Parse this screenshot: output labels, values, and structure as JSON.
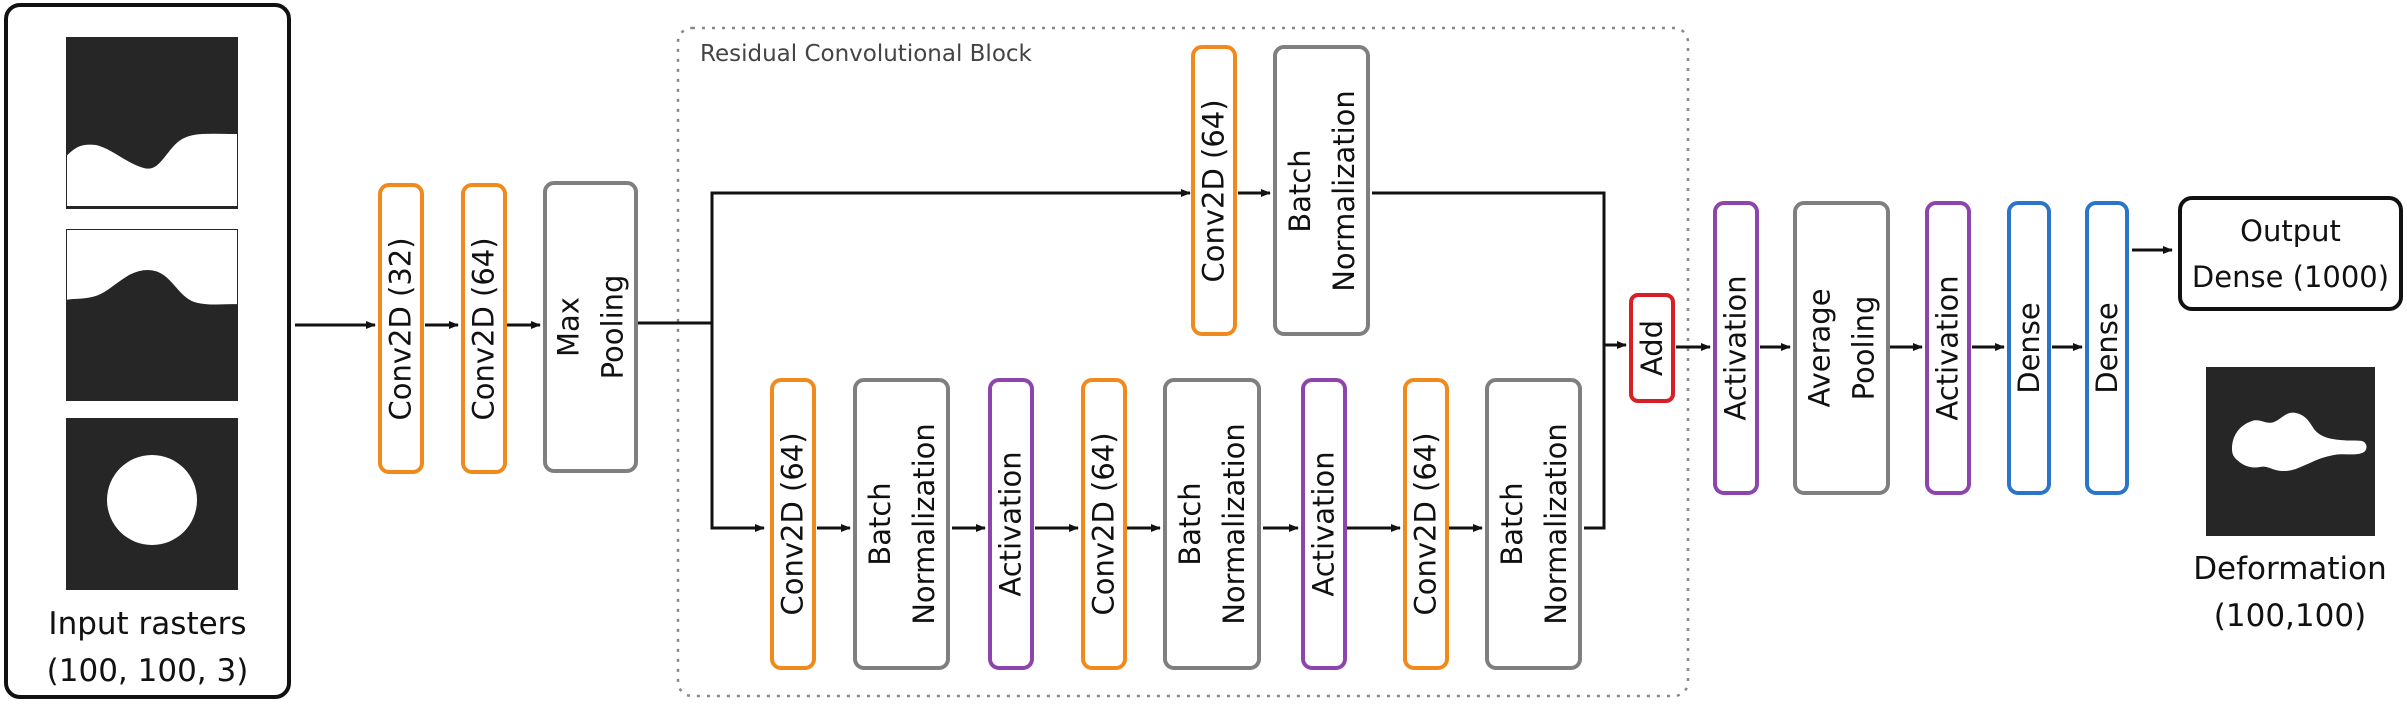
{
  "input": {
    "label_line1": "Input rasters",
    "label_line2": "(100, 100, 3)"
  },
  "stem": {
    "conv1": "Conv2D (32)",
    "conv2": "Conv2D (64)",
    "pool_line1": "Max",
    "pool_line2": "Pooling"
  },
  "residual_block": {
    "title": "Residual Convolutional Block",
    "shortcut": {
      "conv": "Conv2D (64)",
      "bn_line1": "Batch",
      "bn_line2": "Normalization"
    },
    "main": {
      "conv1": "Conv2D (64)",
      "bn1_line1": "Batch",
      "bn1_line2": "Normalization",
      "act1": "Activation",
      "conv2": "Conv2D (64)",
      "bn2_line1": "Batch",
      "bn2_line2": "Normalization",
      "act2": "Activation",
      "conv3": "Conv2D (64)",
      "bn3_line1": "Batch",
      "bn3_line2": "Normalization"
    }
  },
  "head": {
    "add": "Add",
    "act1": "Activation",
    "pool_line1": "Average",
    "pool_line2": "Pooling",
    "act2": "Activation",
    "dense1": "Dense",
    "dense2": "Dense",
    "output_line1": "Output",
    "output_line2": "Dense (1000)"
  },
  "deformation": {
    "label_line1": "Deformation",
    "label_line2": "(100,100)"
  },
  "colors": {
    "conv": "#f08a1c",
    "norm_pool": "#7f7f7f",
    "activation": "#8e44ad",
    "dense": "#2a74c9",
    "add": "#d62028"
  }
}
